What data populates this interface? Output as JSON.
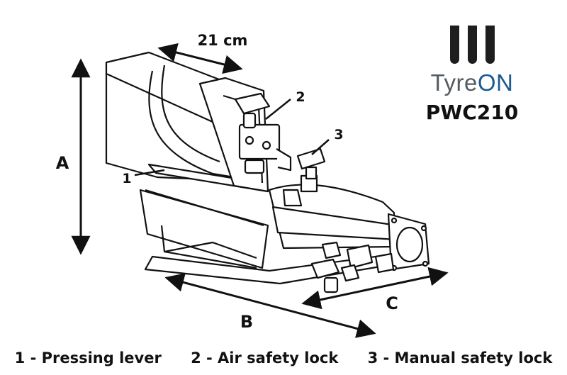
{
  "dimensions": {
    "width_label": "21 cm",
    "height_label": "A",
    "depth_label": "B",
    "cylinder_label": "C"
  },
  "callouts": [
    "1",
    "2",
    "3"
  ],
  "brand": {
    "name_part1": "Tyre",
    "name_part2": "ON",
    "model": "PWC210",
    "colors": {
      "tyre": "#555b5f",
      "on": "#1c5a8f",
      "mark": "#1e1e1e"
    }
  },
  "legend": [
    "1 - Pressing lever",
    "2 - Air safety lock",
    "3 - Manual safety lock"
  ]
}
